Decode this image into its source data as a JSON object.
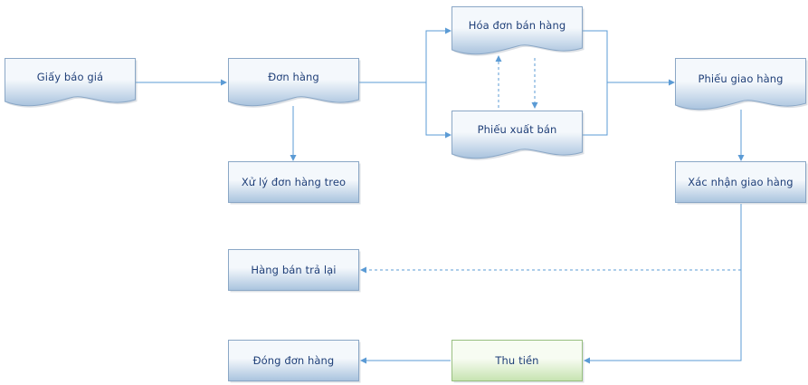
{
  "nodes": {
    "quote": {
      "label": "Giấy báo giá"
    },
    "order": {
      "label": "Đơn hàng"
    },
    "invoice": {
      "label": "Hóa đơn bán hàng"
    },
    "issue": {
      "label": "Phiếu xuất bán"
    },
    "delivery": {
      "label": "Phiếu giao hàng"
    },
    "pending": {
      "label": "Xử lý đơn hàng treo"
    },
    "confirm": {
      "label": "Xác nhận giao hàng"
    },
    "returns": {
      "label": "Hàng bán trả lại"
    },
    "close": {
      "label": "Đóng đơn hàng"
    },
    "payment": {
      "label": "Thu tiền"
    }
  },
  "colors": {
    "blue_top": "#f4f8fc",
    "blue_bottom": "#a9c3de",
    "blue_border": "#8aa7c6",
    "green_top": "#f7fcf2",
    "green_bottom": "#c6e3b0",
    "green_border": "#98bf80",
    "connector": "#5b9bd5",
    "label": "#1f3f78"
  }
}
